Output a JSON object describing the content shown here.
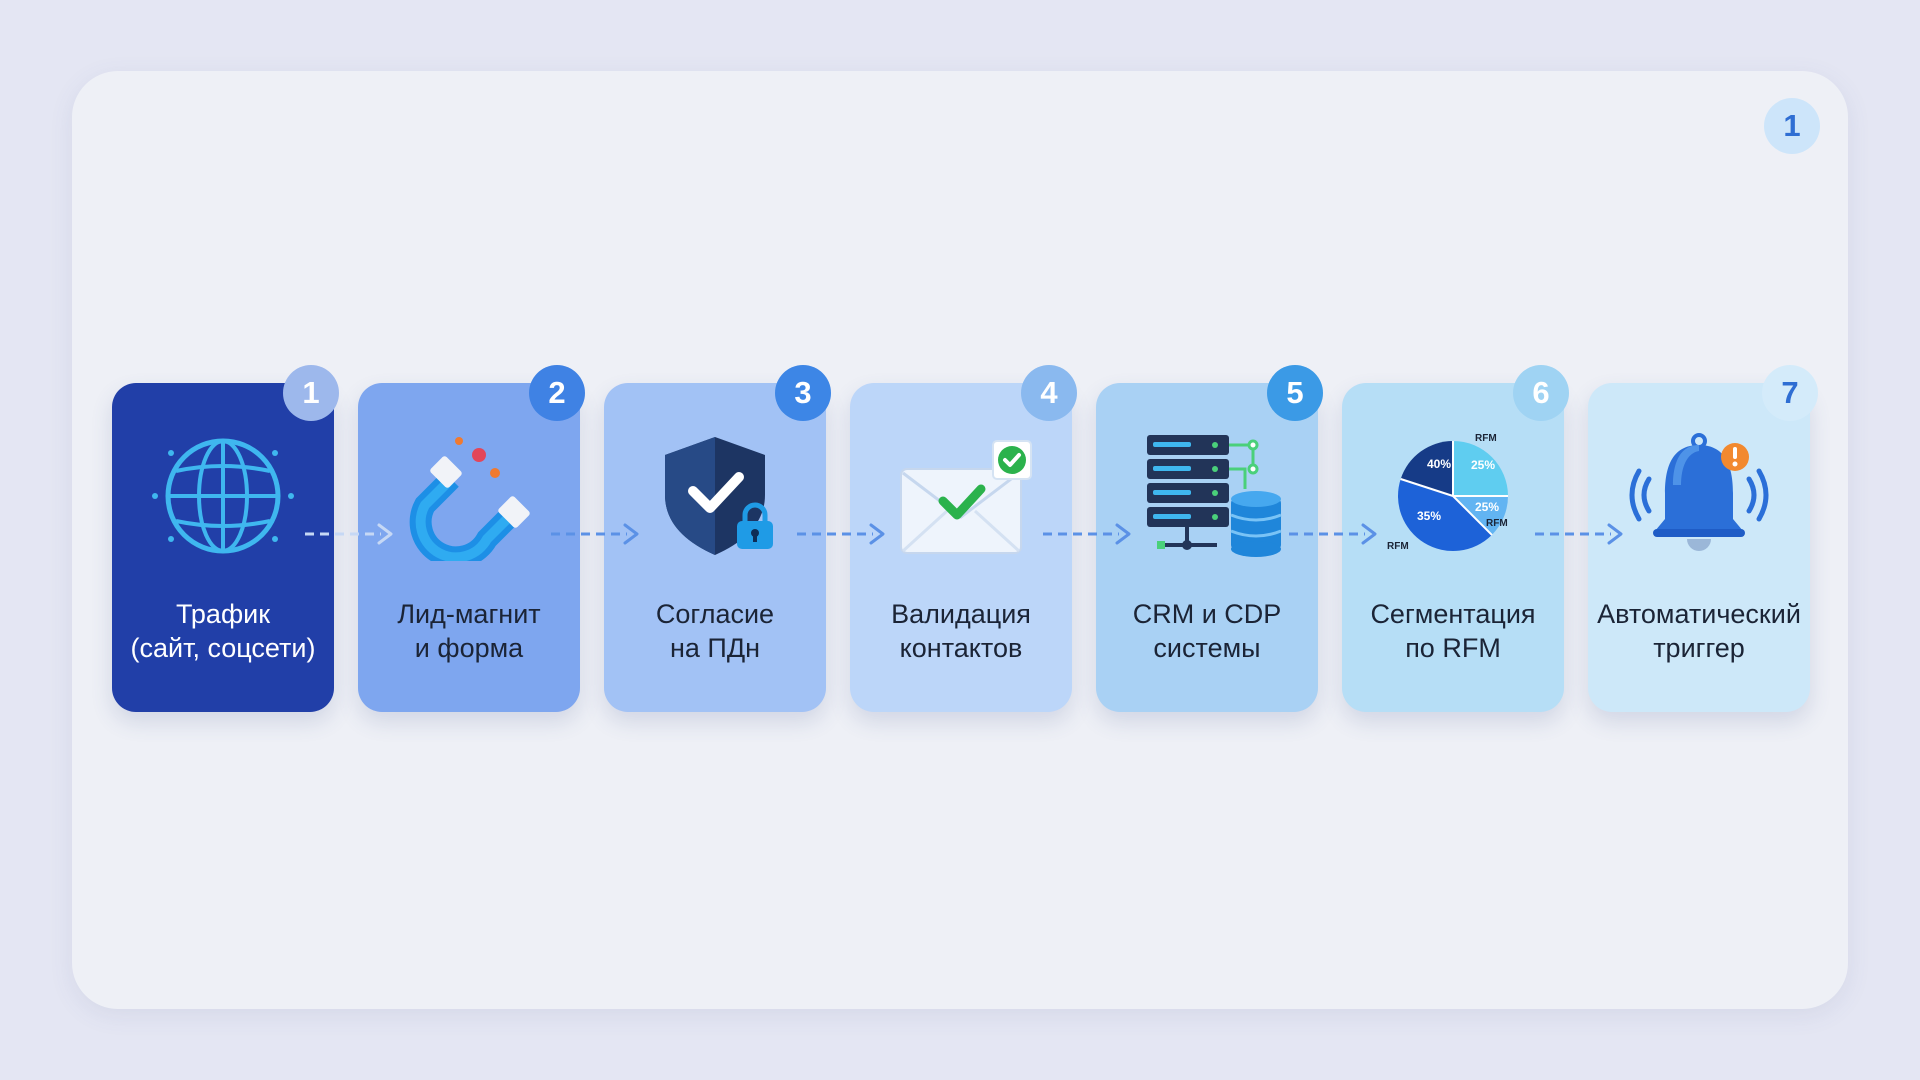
{
  "page_number": "1",
  "steps": [
    {
      "number": "1",
      "label_line1": "Трафик",
      "label_line2": "(сайт, соцсети)",
      "icon": "globe-icon",
      "card_color": "#213fa8",
      "badge_color": "#9db8ec"
    },
    {
      "number": "2",
      "label_line1": "Лид-магнит",
      "label_line2": "и форма",
      "icon": "magnet-icon",
      "card_color": "#7ea6ef",
      "badge_color": "#3f82e4"
    },
    {
      "number": "3",
      "label_line1": "Согласие",
      "label_line2": "на ПДн",
      "icon": "shield-lock-icon",
      "card_color": "#a2c2f5",
      "badge_color": "#3d86e6"
    },
    {
      "number": "4",
      "label_line1": "Валидация",
      "label_line2": "контактов",
      "icon": "envelope-check-icon",
      "card_color": "#bcd6f9",
      "badge_color": "#8ab9ef"
    },
    {
      "number": "5",
      "label_line1": "CRM и CDP",
      "label_line2": "системы",
      "icon": "server-database-icon",
      "card_color": "#a9d1f4",
      "badge_color": "#3b9ae6"
    },
    {
      "number": "6",
      "label_line1": "Сегментация",
      "label_line2": "по RFM",
      "icon": "pie-chart-icon",
      "card_color": "#b6def6",
      "badge_color": "#9fd3f3"
    },
    {
      "number": "7",
      "label_line1": "Автоматический",
      "label_line2": "триггер",
      "icon": "bell-alert-icon",
      "card_color": "#cde8f9",
      "badge_color": "#d4ebfa"
    }
  ],
  "pie_chart": {
    "segment_labels": [
      "40%",
      "25%",
      "25%",
      "35%"
    ],
    "rfm_labels": [
      "RFM",
      "RFM",
      "RFM"
    ]
  },
  "colors": {
    "background": "#e4e6f3",
    "slide": "#eef0f6",
    "arrow": "#5b91e6",
    "text_dark": "#1b2436"
  }
}
